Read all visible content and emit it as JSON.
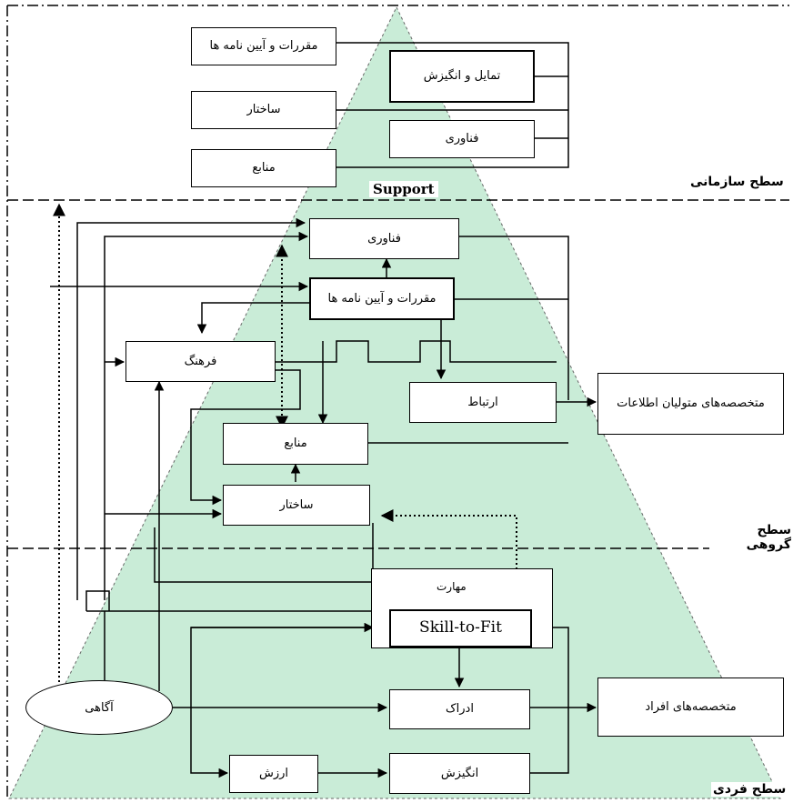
{
  "levels": {
    "organizational": "سطح سازمانی",
    "group": "سطح گروهی",
    "individual": "سطح فردی"
  },
  "support_label": "Support",
  "org_boxes": {
    "rules": "مقررات و آیین نامه ها",
    "willingness": "تمایل و انگیزش",
    "structure": "ساختار",
    "technology": "فناوری",
    "resources": "منابع"
  },
  "group_boxes": {
    "technology": "فناوری",
    "rules": "مقررات و آیین نامه ها",
    "culture": "فرهنگ",
    "communication": "ارتباط",
    "resources": "منابع",
    "structure": "ساختار",
    "info_specialists": "متخصصه‌های متولیان اطلاعات"
  },
  "individual_boxes": {
    "skill_caption": "مهارت",
    "skill_to_fit": "Skill-to-Fit",
    "perception": "ادراک",
    "value": "ارزش",
    "motivation": "انگیزش",
    "individual_specialists": "متخصصه‌های افراد",
    "awareness": "آگاهی"
  },
  "colors": {
    "pyramid": "#c9ecd7",
    "lines": "#000000"
  }
}
